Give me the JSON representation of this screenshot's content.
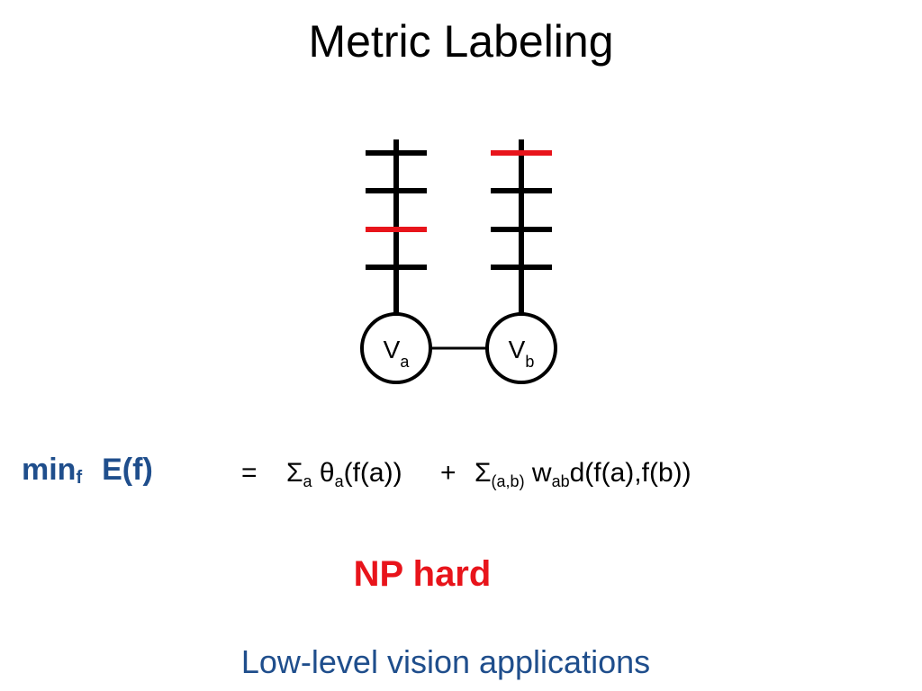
{
  "title": "Metric Labeling",
  "nodes": {
    "a": {
      "base": "V",
      "sub": "a"
    },
    "b": {
      "base": "V",
      "sub": "b"
    }
  },
  "labels_per_node": 4,
  "selected_label_index": {
    "a": 3,
    "b": 1
  },
  "colors": {
    "selected_label": "#e8141b",
    "label": "#000000",
    "emphasis_blue": "#1f4e8c"
  },
  "objective": {
    "min": "min",
    "min_sub": "f",
    "energy": "E(f)"
  },
  "equation": {
    "equals": "=",
    "sum1": "Σ",
    "sum1_sub": "a",
    "theta": "θ",
    "theta_sub": "a",
    "theta_arg": "(f(a))",
    "plus": "+",
    "sum2": "Σ",
    "sum2_sub": "(a,b)",
    "w": "w",
    "w_sub": "ab",
    "distance": "d(f(a),f(b))"
  },
  "complexity": "NP hard",
  "footer": "Low-level vision applications"
}
